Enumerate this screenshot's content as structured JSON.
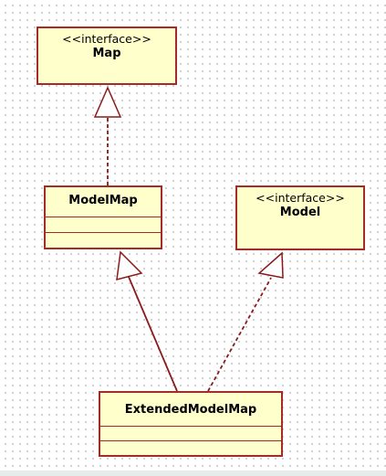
{
  "diagram": {
    "classes": {
      "map": {
        "stereotype": "<<interface>>",
        "name": "Map"
      },
      "modelmap": {
        "name": "ModelMap"
      },
      "model": {
        "stereotype": "<<interface>>",
        "name": "Model"
      },
      "extended": {
        "name": "ExtendedModelMap"
      }
    },
    "relations": [
      {
        "from": "ModelMap",
        "to": "Map",
        "kind": "realization"
      },
      {
        "from": "ExtendedModelMap",
        "to": "ModelMap",
        "kind": "generalization"
      },
      {
        "from": "ExtendedModelMap",
        "to": "Model",
        "kind": "realization"
      }
    ],
    "colors": {
      "box_fill": "#ffffcc",
      "box_border": "#a52a2a",
      "connector": "#8b1a1a"
    }
  }
}
